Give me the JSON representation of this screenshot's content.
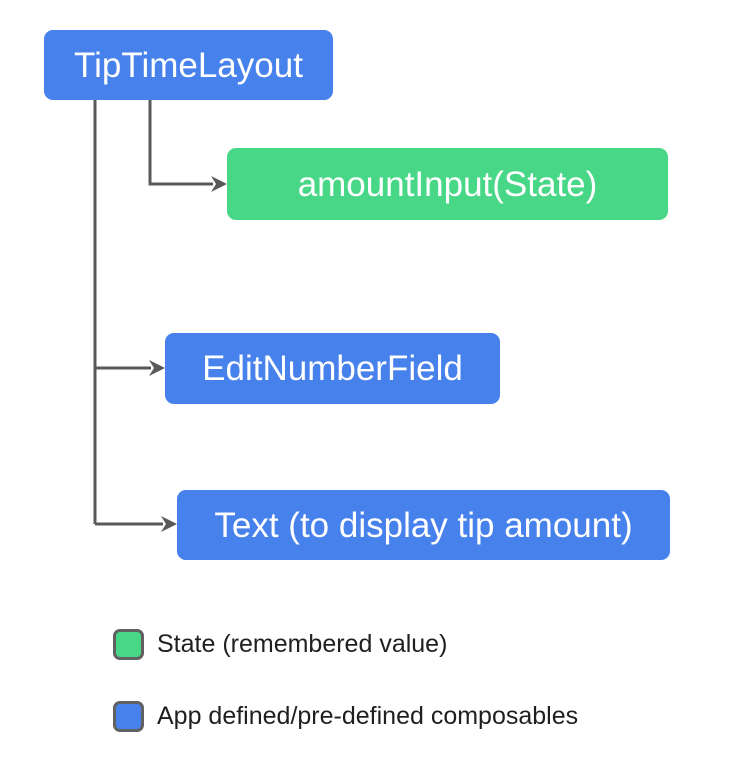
{
  "colors": {
    "background": "#ffffff",
    "node-blue": "#4781EC",
    "node-green": "#47D787",
    "node-text": "#ffffff",
    "connector": "#595959",
    "swatch-border": "#616161",
    "legend-text": "#1f1f1f"
  },
  "diagram": {
    "nodes": {
      "root": {
        "label": "TipTimeLayout",
        "kind": "composable",
        "color": "#4781EC"
      },
      "amount_input": {
        "label": "amountInput(State)",
        "kind": "state",
        "color": "#47D787"
      },
      "edit_number_field": {
        "label": "EditNumberField",
        "kind": "composable",
        "color": "#4781EC"
      },
      "text_display": {
        "label": "Text (to display tip amount)",
        "kind": "composable",
        "color": "#4781EC"
      }
    },
    "edges": [
      {
        "from": "root",
        "to": "amount_input"
      },
      {
        "from": "root",
        "to": "edit_number_field"
      },
      {
        "from": "root",
        "to": "text_display"
      }
    ]
  },
  "legend": {
    "items": [
      {
        "swatch": "green",
        "label": "State (remembered value)"
      },
      {
        "swatch": "blue",
        "label": "App defined/pre-defined composables"
      }
    ]
  }
}
